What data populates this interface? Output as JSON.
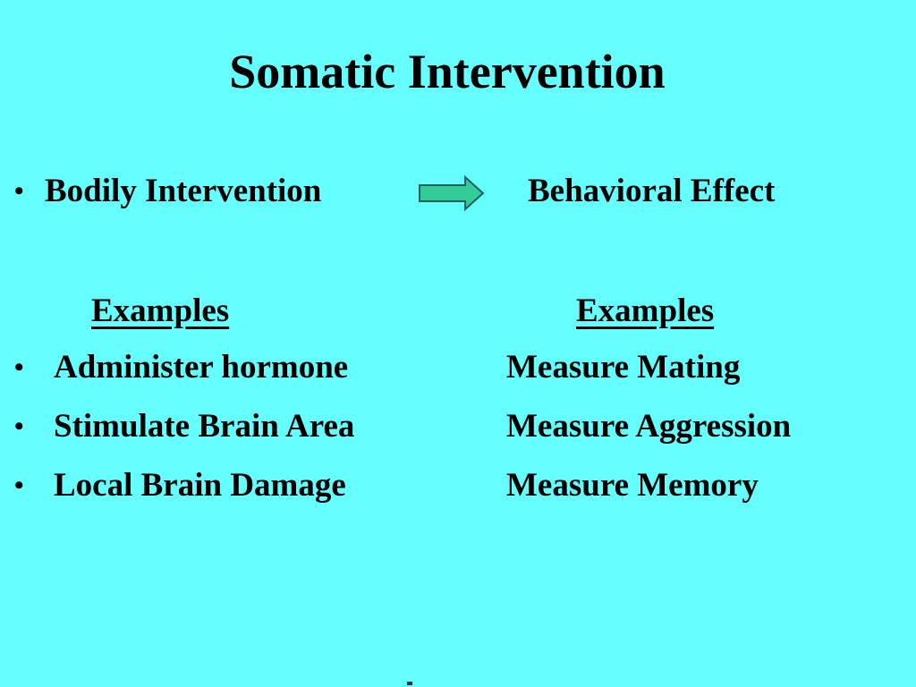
{
  "colors": {
    "background": "#66FFFF",
    "text": "#000000",
    "arrow_fill": "#33CC99",
    "arrow_stroke": "#1F5F5F"
  },
  "slide": {
    "title": "Somatic Intervention",
    "bullet_glyph": "•",
    "cause_label": "Bodily Intervention",
    "arrow_icon": "right-arrow-icon",
    "effect_label": "Behavioral Effect",
    "left_examples_header": "Examples",
    "right_examples_header": "Examples",
    "rows": [
      {
        "intervention": "Administer hormone",
        "effect": "Measure Mating"
      },
      {
        "intervention": "Stimulate Brain Area",
        "effect": "Measure Aggression"
      },
      {
        "intervention": "Local Brain Damage",
        "effect": "Measure Memory"
      }
    ]
  }
}
